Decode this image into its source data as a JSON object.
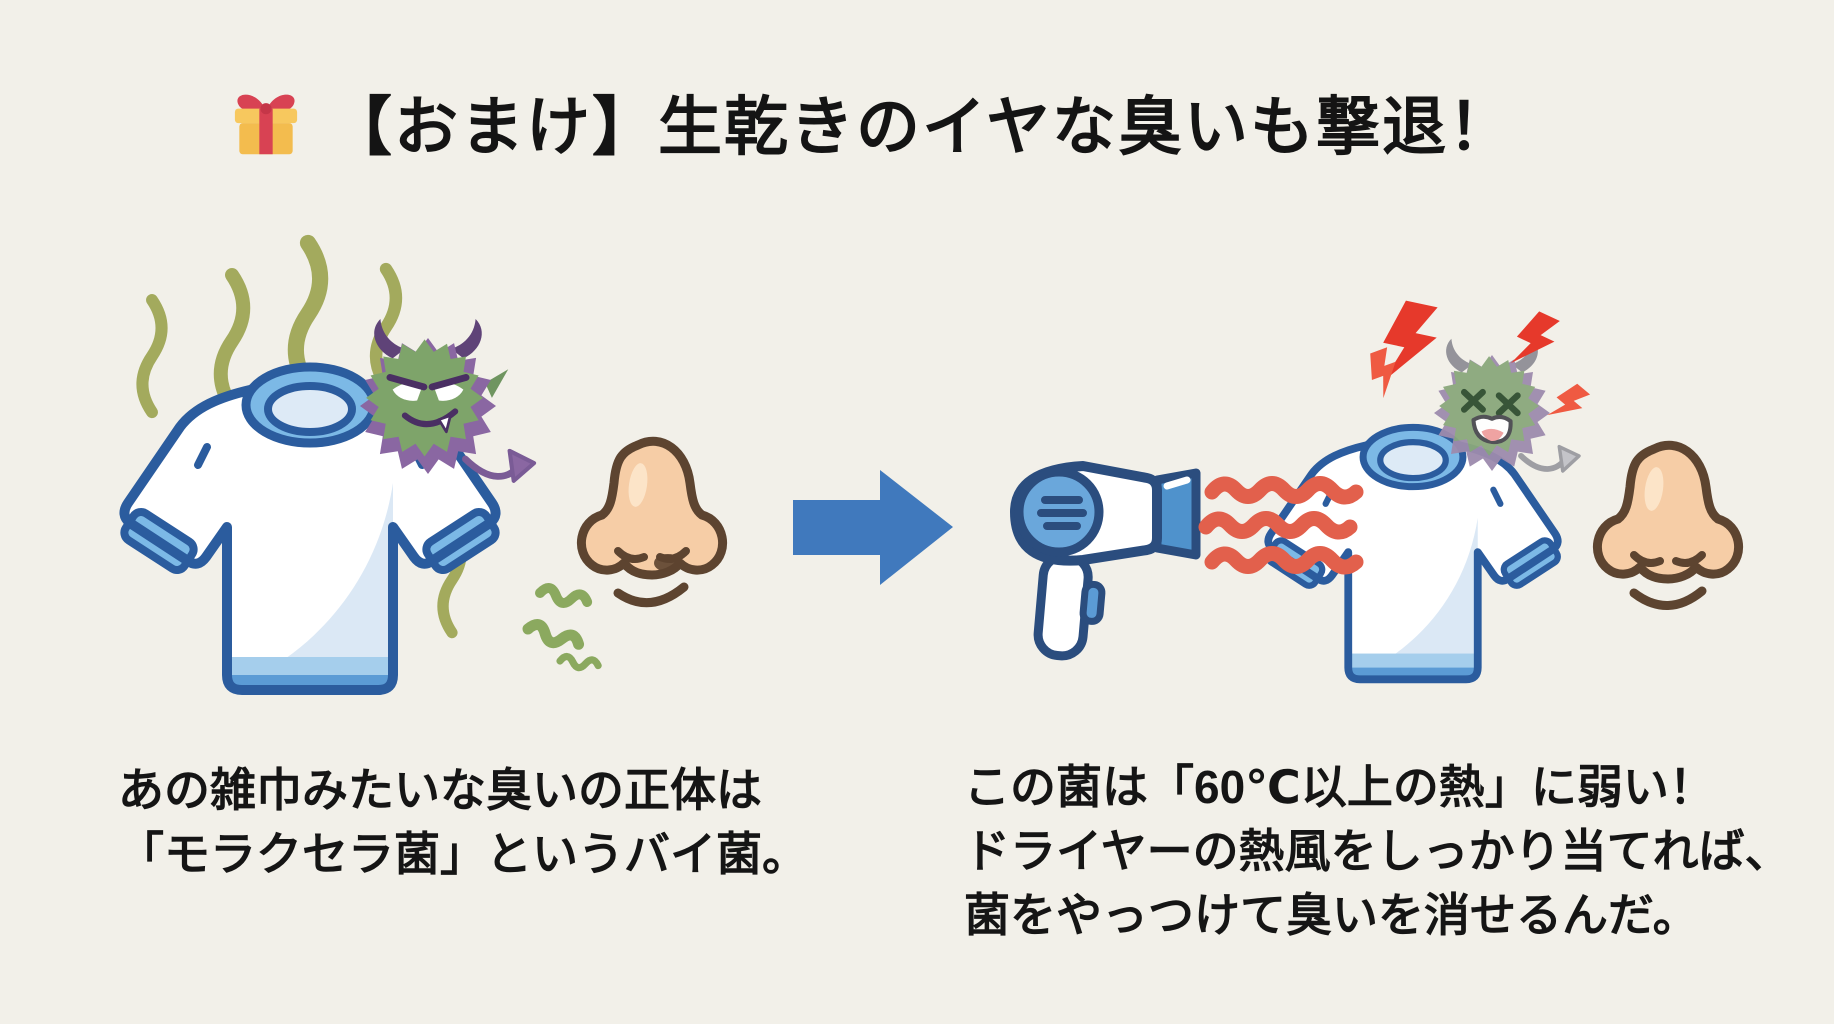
{
  "title": {
    "icon": "gift-icon",
    "text": "【おまけ】生乾きのイヤな臭いも撃退！"
  },
  "captions": {
    "left": {
      "lines": [
        "あの雑巾みたいな臭いの正体は",
        "「モラクセラ菌」というバイ菌。"
      ]
    },
    "right": {
      "lines": [
        "この菌は「60℃以上の熱」に弱い！",
        "ドライヤーの熱風をしっかり当てれば、",
        "菌をやっつけて臭いを消せるんだ。"
      ]
    }
  },
  "icons": {
    "before_scene": [
      "stink-lines-icon",
      "tshirt-icon",
      "germ-monster-evil-icon",
      "nose-sniffing-icon"
    ],
    "transition": [
      "arrow-right-icon"
    ],
    "after_scene": [
      "hair-dryer-icon",
      "heat-waves-icon",
      "tshirt-icon",
      "germ-monster-defeated-icon",
      "lightning-icon",
      "nose-happy-icon"
    ]
  },
  "colors": {
    "background": "#f2f0e9",
    "text": "#141414",
    "arrow_blue": "#4079bd",
    "shirt_outline_blue": "#2b5c9e",
    "shirt_trim_blue": "#7cb9e6",
    "germ_green": "#7ea46a",
    "germ_purple": "#8a67a2",
    "stink_olive": "#a3aa5d",
    "heat_red": "#e2604c",
    "lightning_red": "#e6392b",
    "nose_peach": "#f6cda6",
    "nose_outline_brown": "#5d4430",
    "gift_yellow": "#f3bc4e",
    "gift_ribbon_red": "#d84253"
  }
}
